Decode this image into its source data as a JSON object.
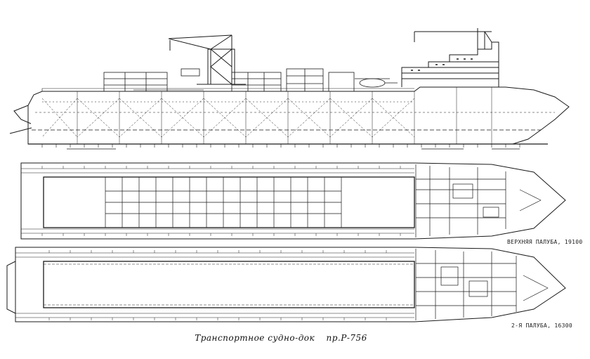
{
  "caption": {
    "title": "Транспортное судно-док",
    "project": "пр.Р-756"
  },
  "deck_labels": {
    "upper_deck": "ВЕРХНЯЯ ПАЛУБА, 19100",
    "second_deck": "2-Я ПАЛУБА, 16300"
  },
  "colors": {
    "ink": "#1a1a1a",
    "paper": "#ffffff"
  }
}
